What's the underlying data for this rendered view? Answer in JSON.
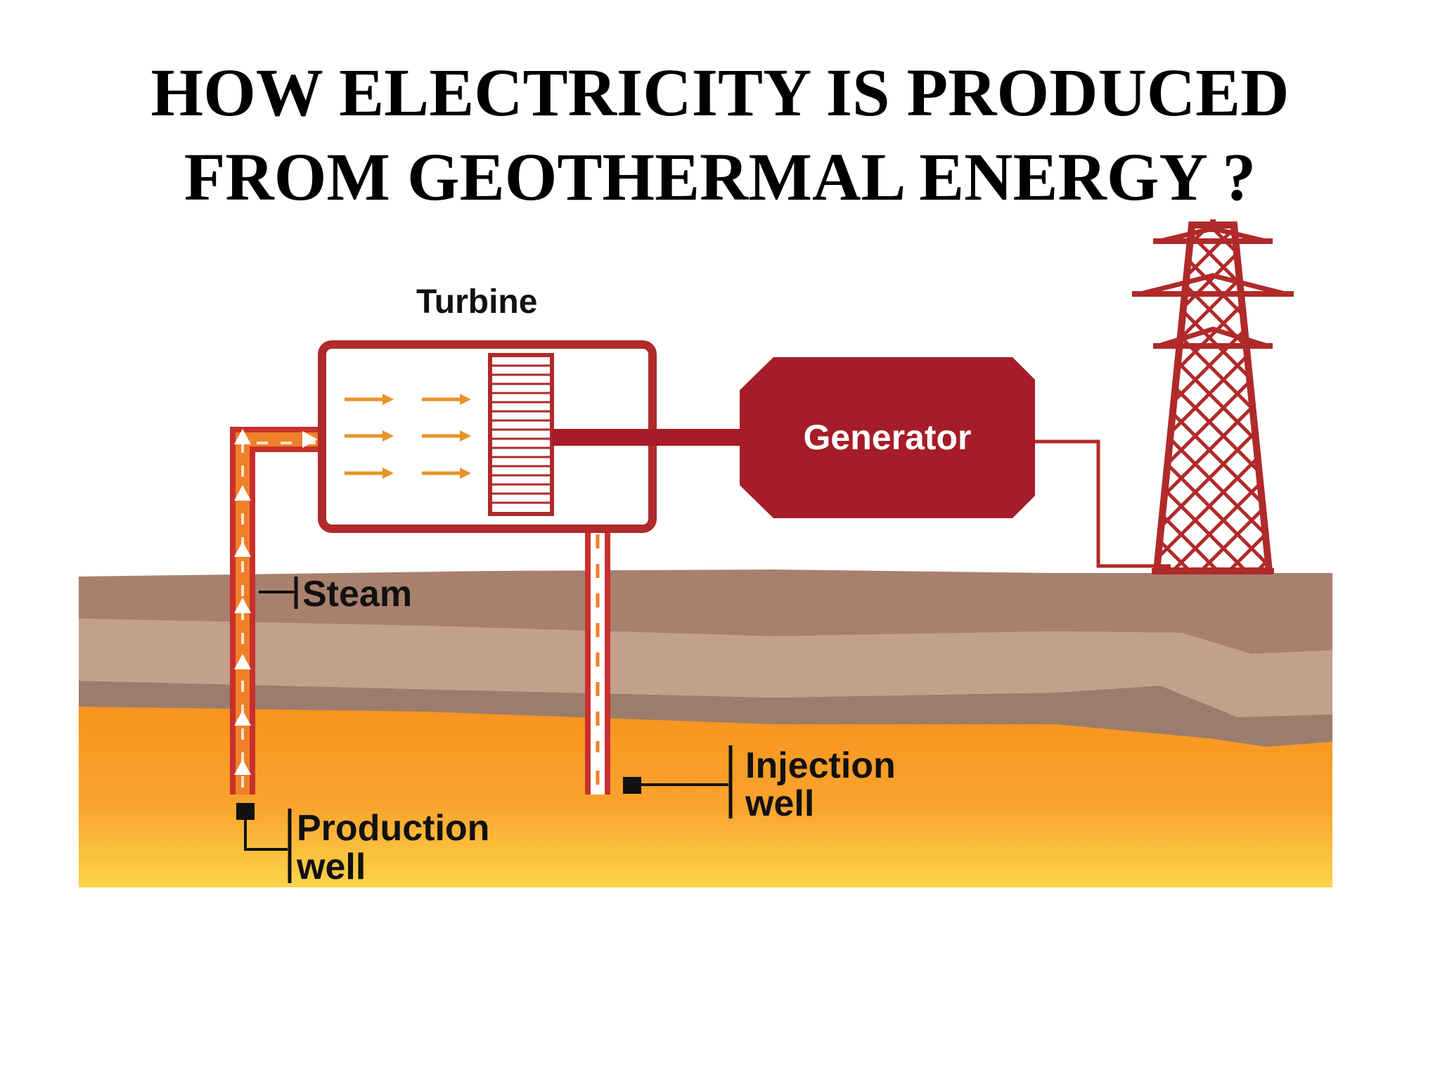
{
  "title": {
    "line1": "HOW ELECTRICITY IS PRODUCED",
    "line2": "FROM GEOTHERMAL ENERGY ?"
  },
  "labels": {
    "turbine": "Turbine",
    "generator": "Generator",
    "steam": "Steam",
    "production_line1": "Production",
    "production_line2": "well",
    "injection_line1": "Injection",
    "injection_line2": "well"
  },
  "colors": {
    "accent_red": "#a61c28",
    "outline_red": "#b02a2a",
    "steam_orange": "#f07f2a",
    "arrow_orange": "#e8922a",
    "ground_top": "#a9806d",
    "ground_mid": "#c3a08c",
    "ground_band": "#9c7c6c",
    "magma_orange": "#f7931e",
    "magma_yellow": "#fcd44a"
  }
}
